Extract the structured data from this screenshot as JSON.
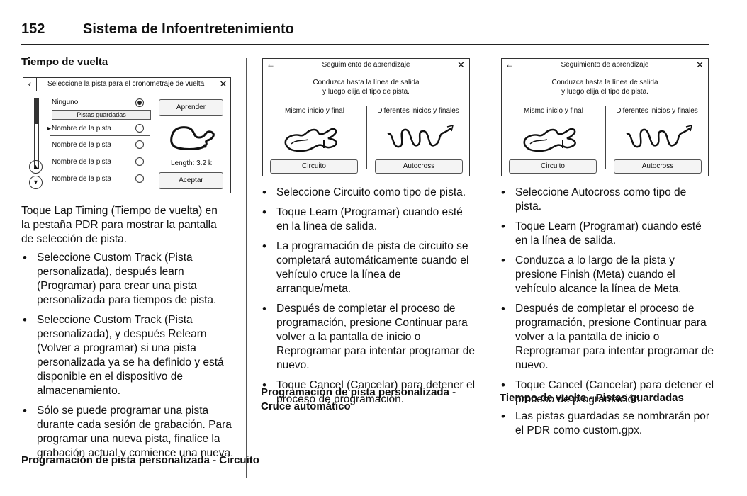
{
  "header": {
    "page_number": "152",
    "title": "Sistema de Infoentretenimiento"
  },
  "col1": {
    "heading": "Tiempo de vuelta",
    "screen": {
      "title": "Seleccione la pista para el cronometraje de vuelta",
      "row_none": "Ninguno",
      "saved_tracks": "Pistas guardadas",
      "track_rows": [
        "Nombre de la pista",
        "Nombre de la pista",
        "Nombre de la pista",
        "Nombre de la pista"
      ],
      "learn_button": "Aprender",
      "length": "Length: 3.2 k",
      "accept_button": "Aceptar"
    },
    "intro": "Toque Lap Timing (Tiempo de vuelta) en la pestaña PDR para mostrar la pantalla de selección de pista.",
    "bullets": [
      "Seleccione Custom Track (Pista personalizada), después learn (Programar) para crear una pista personalizada para tiempos de pista.",
      "Seleccione Custom Track (Pista personalizada), y después Relearn (Volver a programar) si una pista personalizada ya se ha definido y está disponible en el dispositivo de almacenamiento.",
      "Sólo se puede programar una pista durante cada sesión de grabación. Para programar una nueva pista, finalice la grabación actual y comience una nueva."
    ],
    "footer_heading": "Programación de pista personalizada - Circuito"
  },
  "col2": {
    "screen": {
      "title": "Seguimiento de aprendizaje",
      "instruction_line1": "Conduzca hasta la línea de salida",
      "instruction_line2": "y luego elija el tipo de pista.",
      "option_left": "Mismo inicio y final",
      "option_right": "Diferentes inicios y finales",
      "button_left": "Circuito",
      "button_right": "Autocross"
    },
    "bullets": [
      "Seleccione Circuito como tipo de pista.",
      "Toque Learn (Programar) cuando esté en la línea de salida.",
      "La programación de pista de circuito se completará automáticamente cuando el vehículo cruce la línea de arranque/meta.",
      "Después de completar el proceso de programación, presione Continuar para volver a la pantalla de inicio o Reprogramar para intentar programar de nuevo.",
      "Toque Cancel (Cancelar) para detener el proceso de programación."
    ],
    "footer_heading_line1": "Programación de pista personalizada -",
    "footer_heading_line2": "Cruce automático"
  },
  "col3": {
    "screen": {
      "title": "Seguimiento de aprendizaje",
      "instruction_line1": "Conduzca hasta la línea de salida",
      "instruction_line2": "y luego elija el tipo de pista.",
      "option_left": "Mismo inicio y final",
      "option_right": "Diferentes inicios y finales",
      "button_left": "Circuito",
      "button_right": "Autocross"
    },
    "bullets": [
      "Seleccione Autocross como tipo de pista.",
      "Toque Learn (Programar) cuando esté en la línea de salida.",
      "Conduzca a lo largo de la pista y presione Finish (Meta) cuando el vehículo alcance la línea de Meta.",
      "Después de completar el proceso de programación, presione Continuar para volver a la pantalla de inicio o Reprogramar para intentar programar de nuevo.",
      "Toque Cancel (Cancelar) para detener el proceso de programación."
    ],
    "saved_heading": "Tiempo de vuelta - Pistas guardadas",
    "saved_bullets": [
      "Las pistas guardadas se nombrarán por el PDR como custom.gpx."
    ]
  }
}
